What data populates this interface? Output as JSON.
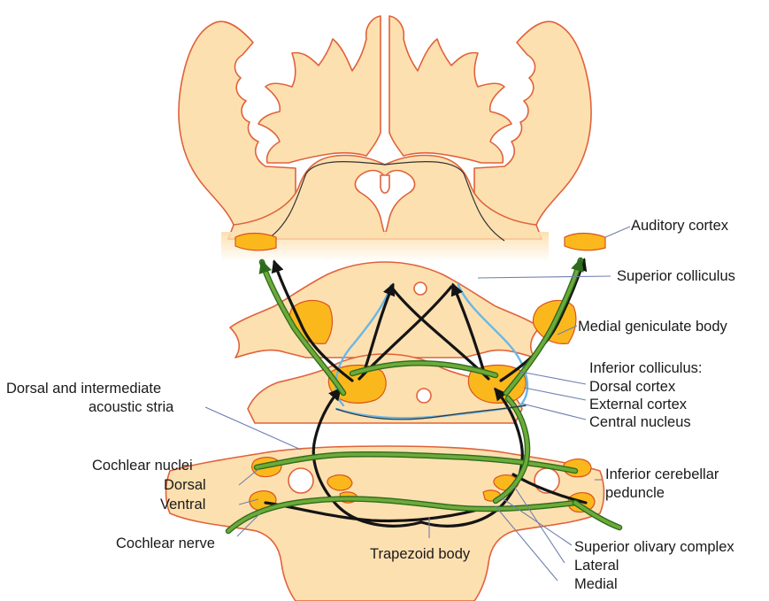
{
  "labels": {
    "auditory_cortex": "Auditory cortex",
    "superior_colliculus": "Superior colliculus",
    "medial_geniculate_body": "Medial geniculate body",
    "inferior_colliculus": "Inferior colliculus:",
    "dorsal_cortex": "Dorsal cortex",
    "external_cortex": "External cortex",
    "central_nucleus": "Central nucleus",
    "dorsal_intermediate_stria_line1": "Dorsal and intermediate",
    "dorsal_intermediate_stria_line2": "acoustic stria",
    "cochlear_nuclei": "Cochlear nuclei",
    "dorsal": "Dorsal",
    "ventral": "Ventral",
    "cochlear_nerve": "Cochlear nerve",
    "trapezoid_body": "Trapezoid body",
    "inferior_cerebellar_line1": "Inferior cerebellar",
    "inferior_cerebellar_line2": "peduncle",
    "superior_olivary_complex": "Superior olivary complex",
    "lateral": "Lateral",
    "medial": "Medial"
  },
  "colors": {
    "tissue": "#fde0b0",
    "outline": "#e0623a",
    "nucleus": "#fbb81c",
    "pathway_black": "#141414",
    "pathway_green": "#4f8f2a",
    "pathway_blue": "#69b7e6",
    "leader": "#6f7fb0"
  }
}
